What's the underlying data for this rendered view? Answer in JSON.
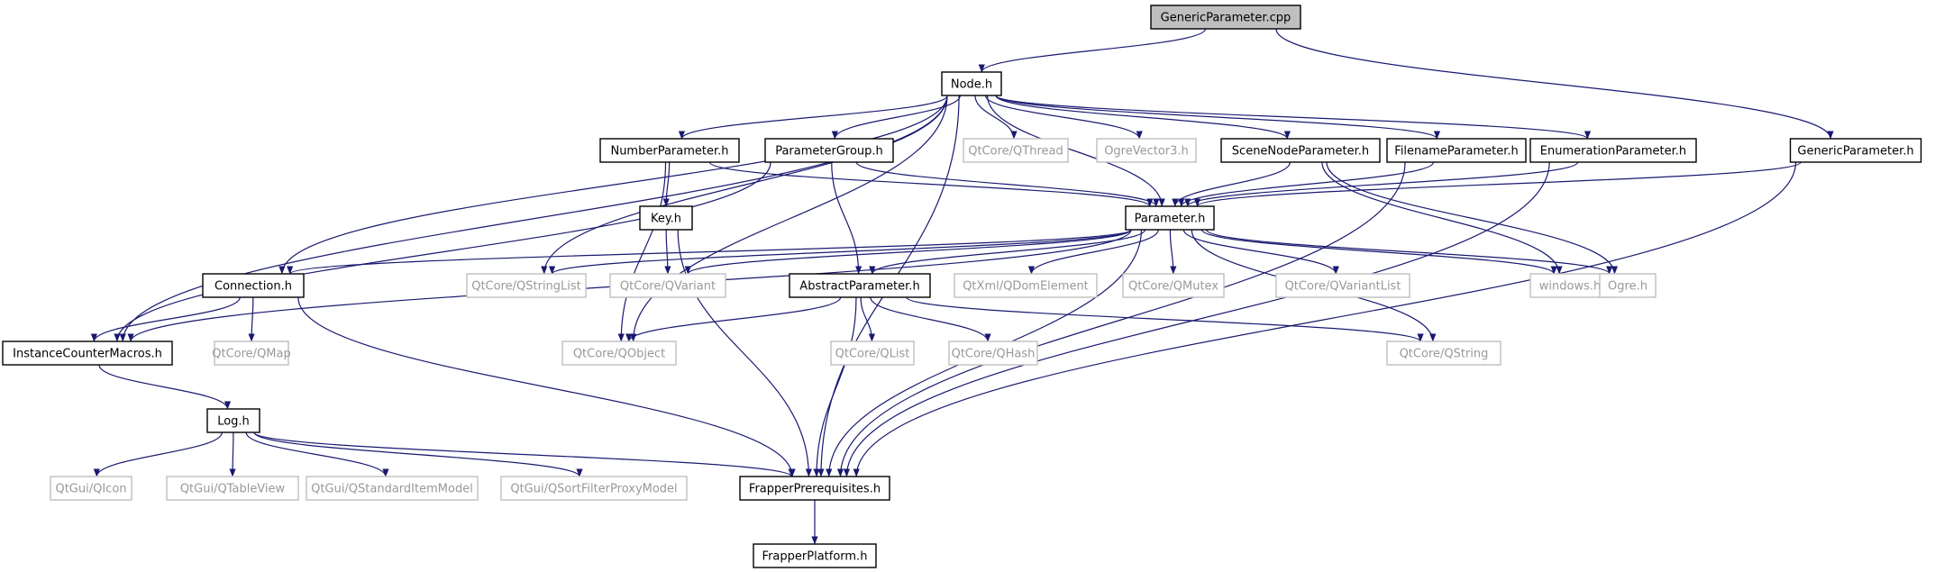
{
  "diagram": {
    "type": "include-dependency-graph",
    "colors": {
      "edge": "#191970",
      "local_border": "#000000",
      "external_border": "#bfbfbf",
      "local_text": "#000000",
      "external_text": "#999999",
      "root_fill": "#bfbfbf"
    },
    "nodes": [
      {
        "id": "generic_cpp",
        "label": "GenericParameter.cpp",
        "kind": "root"
      },
      {
        "id": "node_h",
        "label": "Node.h",
        "kind": "local"
      },
      {
        "id": "number_param",
        "label": "NumberParameter.h",
        "kind": "local"
      },
      {
        "id": "param_group",
        "label": "ParameterGroup.h",
        "kind": "local"
      },
      {
        "id": "qthread",
        "label": "QtCore/QThread",
        "kind": "external"
      },
      {
        "id": "ogrevector3",
        "label": "OgreVector3.h",
        "kind": "external"
      },
      {
        "id": "scenenode_param",
        "label": "SceneNodeParameter.h",
        "kind": "local"
      },
      {
        "id": "filename_param",
        "label": "FilenameParameter.h",
        "kind": "local"
      },
      {
        "id": "enum_param",
        "label": "EnumerationParameter.h",
        "kind": "local"
      },
      {
        "id": "generic_param",
        "label": "GenericParameter.h",
        "kind": "local"
      },
      {
        "id": "key_h",
        "label": "Key.h",
        "kind": "local"
      },
      {
        "id": "parameter_h",
        "label": "Parameter.h",
        "kind": "local"
      },
      {
        "id": "connection_h",
        "label": "Connection.h",
        "kind": "local"
      },
      {
        "id": "qstringlist",
        "label": "QtCore/QStringList",
        "kind": "external"
      },
      {
        "id": "qvariant",
        "label": "QtCore/QVariant",
        "kind": "external"
      },
      {
        "id": "abstract_param",
        "label": "AbstractParameter.h",
        "kind": "local"
      },
      {
        "id": "qdomelement",
        "label": "QtXml/QDomElement",
        "kind": "external"
      },
      {
        "id": "qmutex",
        "label": "QtCore/QMutex",
        "kind": "external"
      },
      {
        "id": "qvariantlist",
        "label": "QtCore/QVariantList",
        "kind": "external"
      },
      {
        "id": "windows_h",
        "label": "windows.h",
        "kind": "external"
      },
      {
        "id": "ogre_h",
        "label": "Ogre.h",
        "kind": "external"
      },
      {
        "id": "instancecounter",
        "label": "InstanceCounterMacros.h",
        "kind": "local"
      },
      {
        "id": "qmap",
        "label": "QtCore/QMap",
        "kind": "external"
      },
      {
        "id": "qobject",
        "label": "QtCore/QObject",
        "kind": "external"
      },
      {
        "id": "qlist",
        "label": "QtCore/QList",
        "kind": "external"
      },
      {
        "id": "qhash",
        "label": "QtCore/QHash",
        "kind": "external"
      },
      {
        "id": "qstring",
        "label": "QtCore/QString",
        "kind": "external"
      },
      {
        "id": "log_h",
        "label": "Log.h",
        "kind": "local"
      },
      {
        "id": "qicon",
        "label": "QtGui/QIcon",
        "kind": "external"
      },
      {
        "id": "qtableview",
        "label": "QtGui/QTableView",
        "kind": "external"
      },
      {
        "id": "qstditemmodel",
        "label": "QtGui/QStandardItemModel",
        "kind": "external"
      },
      {
        "id": "qsortfilter",
        "label": "QtGui/QSortFilterProxyModel",
        "kind": "external"
      },
      {
        "id": "frapper_prereq",
        "label": "FrapperPrerequisites.h",
        "kind": "local"
      },
      {
        "id": "frapper_platform",
        "label": "FrapperPlatform.h",
        "kind": "local"
      }
    ],
    "edges": [
      [
        "generic_cpp",
        "node_h"
      ],
      [
        "generic_cpp",
        "generic_param"
      ],
      [
        "node_h",
        "number_param"
      ],
      [
        "node_h",
        "param_group"
      ],
      [
        "node_h",
        "qthread"
      ],
      [
        "node_h",
        "ogrevector3"
      ],
      [
        "node_h",
        "scenenode_param"
      ],
      [
        "node_h",
        "filename_param"
      ],
      [
        "node_h",
        "enum_param"
      ],
      [
        "node_h",
        "parameter_h"
      ],
      [
        "node_h",
        "connection_h"
      ],
      [
        "node_h",
        "instancecounter"
      ],
      [
        "node_h",
        "qstringlist"
      ],
      [
        "node_h",
        "qobject"
      ],
      [
        "node_h",
        "frapper_prereq"
      ],
      [
        "number_param",
        "key_h"
      ],
      [
        "number_param",
        "parameter_h"
      ],
      [
        "number_param",
        "qobject"
      ],
      [
        "param_group",
        "abstract_param"
      ],
      [
        "param_group",
        "parameter_h"
      ],
      [
        "param_group",
        "instancecounter"
      ],
      [
        "scenenode_param",
        "parameter_h"
      ],
      [
        "scenenode_param",
        "windows_h"
      ],
      [
        "scenenode_param",
        "ogre_h"
      ],
      [
        "filename_param",
        "parameter_h"
      ],
      [
        "filename_param",
        "frapper_prereq"
      ],
      [
        "enum_param",
        "parameter_h"
      ],
      [
        "enum_param",
        "frapper_prereq"
      ],
      [
        "generic_param",
        "parameter_h"
      ],
      [
        "generic_param",
        "frapper_prereq"
      ],
      [
        "key_h",
        "qvariant"
      ],
      [
        "key_h",
        "frapper_prereq"
      ],
      [
        "parameter_h",
        "connection_h"
      ],
      [
        "parameter_h",
        "qstringlist"
      ],
      [
        "parameter_h",
        "qvariant"
      ],
      [
        "parameter_h",
        "abstract_param"
      ],
      [
        "parameter_h",
        "qdomelement"
      ],
      [
        "parameter_h",
        "qmutex"
      ],
      [
        "parameter_h",
        "qvariantlist"
      ],
      [
        "parameter_h",
        "windows_h"
      ],
      [
        "parameter_h",
        "ogre_h"
      ],
      [
        "parameter_h",
        "instancecounter"
      ],
      [
        "parameter_h",
        "qstring"
      ],
      [
        "parameter_h",
        "frapper_prereq"
      ],
      [
        "connection_h",
        "instancecounter"
      ],
      [
        "connection_h",
        "qmap"
      ],
      [
        "connection_h",
        "frapper_prereq"
      ],
      [
        "abstract_param",
        "qobject"
      ],
      [
        "abstract_param",
        "qlist"
      ],
      [
        "abstract_param",
        "qhash"
      ],
      [
        "abstract_param",
        "qstring"
      ],
      [
        "abstract_param",
        "frapper_prereq"
      ],
      [
        "instancecounter",
        "log_h"
      ],
      [
        "log_h",
        "qicon"
      ],
      [
        "log_h",
        "qtableview"
      ],
      [
        "log_h",
        "qstditemmodel"
      ],
      [
        "log_h",
        "qsortfilter"
      ],
      [
        "log_h",
        "frapper_prereq"
      ],
      [
        "frapper_prereq",
        "frapper_platform"
      ]
    ]
  }
}
